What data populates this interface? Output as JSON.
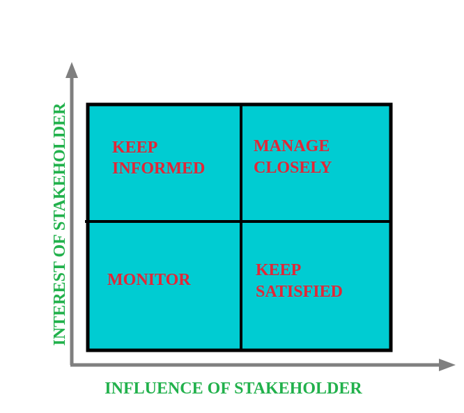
{
  "colors": {
    "quadrant_fill": "#00CCD2",
    "quadrant_border": "#000000",
    "label_text": "#E32636",
    "axis_label": "#22B14C",
    "axis_line": "#7F7F7F"
  },
  "quadrants": {
    "top_left": {
      "line1": "KEEP",
      "line2": "INFORMED"
    },
    "top_right": {
      "line1": "MANAGE",
      "line2": "CLOSELY"
    },
    "bottom_left": {
      "line1": "MONITOR"
    },
    "bottom_right": {
      "line1": "KEEP",
      "line2": "SATISFIED"
    }
  },
  "axes": {
    "x_label": "INFLUENCE OF STAKEHOLDER",
    "y_label": "INTEREST OF STAKEHOLDER"
  }
}
